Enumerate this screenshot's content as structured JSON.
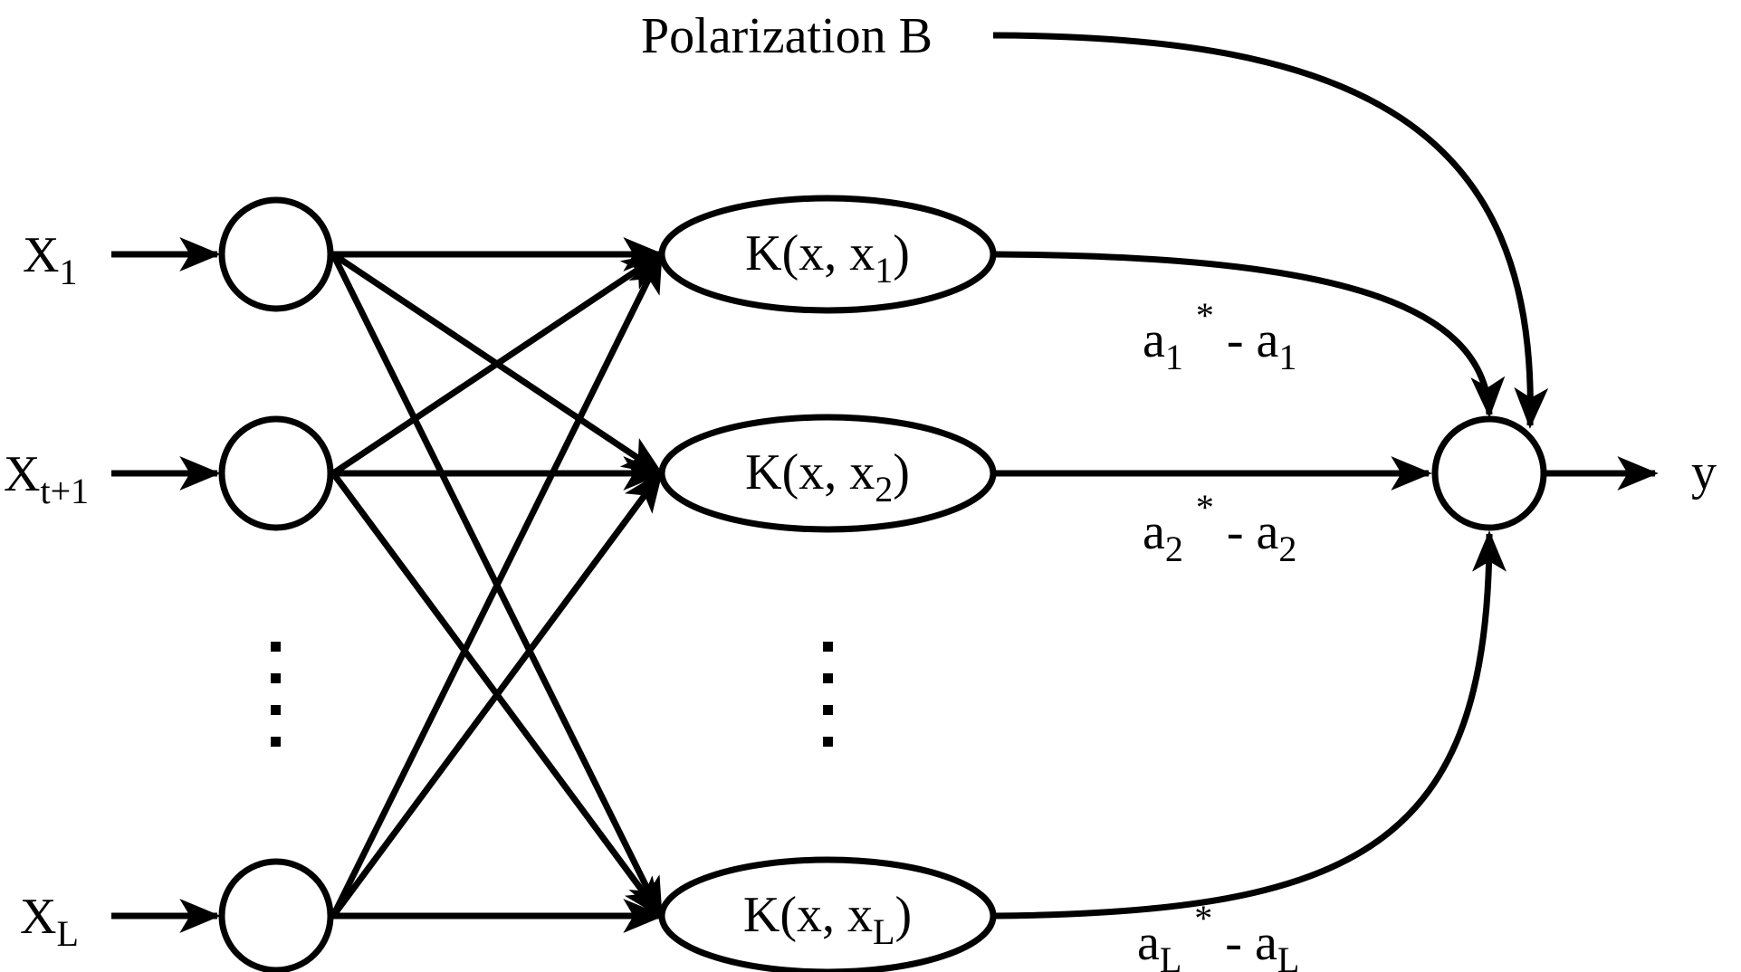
{
  "bias": {
    "label": "Polarization B"
  },
  "inputs": [
    {
      "base": "X",
      "sub": "1"
    },
    {
      "base": "X",
      "sub": "t+1"
    },
    {
      "base": "X",
      "sub": "L"
    }
  ],
  "kernels": [
    {
      "pre": "K(x, x",
      "sub": "1",
      "post": ")"
    },
    {
      "pre": "K(x, x",
      "sub": "2",
      "post": ")"
    },
    {
      "pre": "K(x, x",
      "sub": "L",
      "post": ")"
    }
  ],
  "weights": [
    {
      "a": "a",
      "sub1": "1",
      "star": "*",
      "mid": " - a",
      "sub2": "1"
    },
    {
      "a": "a",
      "sub1": "2",
      "star": "*",
      "mid": " - a",
      "sub2": "2"
    },
    {
      "a": "a",
      "sub1": "L",
      "star": "*",
      "mid": " - a",
      "sub2": "L"
    }
  ],
  "output": {
    "label": "y"
  }
}
